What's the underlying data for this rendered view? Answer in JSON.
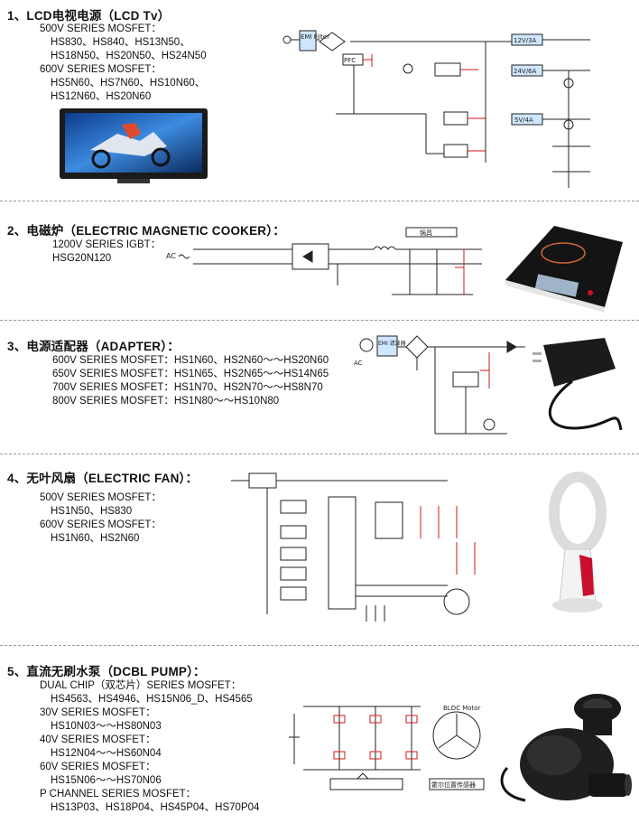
{
  "sections": [
    {
      "title": "1、LCD电视电源（LCD Tv）",
      "lines": [
        "500V SERIES MOSFET：",
        "HS830、HS840、HS13N50、",
        "HS18N50、HS20N50、HS24N50",
        "600V SERIES MOSFET：",
        "HS5N60、HS7N60、HS10N60、",
        "HS12N60、HS20N60"
      ],
      "diagram_labels": [
        "EMI Filter",
        "12V/3A",
        "24V/6A",
        "5V/4A",
        "PFC"
      ]
    },
    {
      "title": "2、电磁炉（ELECTRIC MAGNETIC COOKER）：",
      "lines": [
        "1200V SERIES IGBT：",
        "HSG20N120"
      ],
      "diagram_labels": [
        "AC",
        "锅具"
      ]
    },
    {
      "title": "3、电源适配器（ADAPTER）：",
      "lines": [
        "600V SERIES MOSFET：HS1N60、HS2N60～～HS20N60",
        "650V SERIES MOSFET：HS1N65、HS2N65～～HS14N65",
        "700V SERIES MOSFET：HS1N70、HS2N70～～HS8N70",
        "800V SERIES MOSFET：HS1N80～～HS10N80"
      ],
      "diagram_labels": [
        "AC",
        "EMI 滤波器"
      ]
    },
    {
      "title": "4、无叶风扇（ELECTRIC FAN）：",
      "lines": [
        "500V SERIES MOSFET：",
        "HS1N50、HS830",
        "600V SERIES MOSFET：",
        "HS1N60、HS2N60"
      ],
      "diagram_labels": []
    },
    {
      "title": "5、直流无刷水泵（DCBL PUMP）：",
      "lines": [
        "DUAL CHIP（双芯片）SERIES MOSFET：",
        "HS4563、HS4946、HS15N06_D、HS4565",
        "30V SERIES MOSFET：",
        "HS10N03～～HS80N03",
        "40V SERIES MOSFET：",
        "HS12N04～～HS60N04",
        "60V SERIES MOSFET：",
        "HS15N06～～HS70N06",
        "P CHANNEL SERIES MOSFET：",
        "HS13P03、HS18P04、HS45P04、HS70P04"
      ],
      "diagram_labels": [
        "BLDC Motor",
        "霍尔位置传感器"
      ]
    }
  ],
  "colors": {
    "accent_red": "#d21a1a",
    "text": "#111111",
    "divider": "#9a9a9a",
    "fan_red": "#c8102e"
  }
}
